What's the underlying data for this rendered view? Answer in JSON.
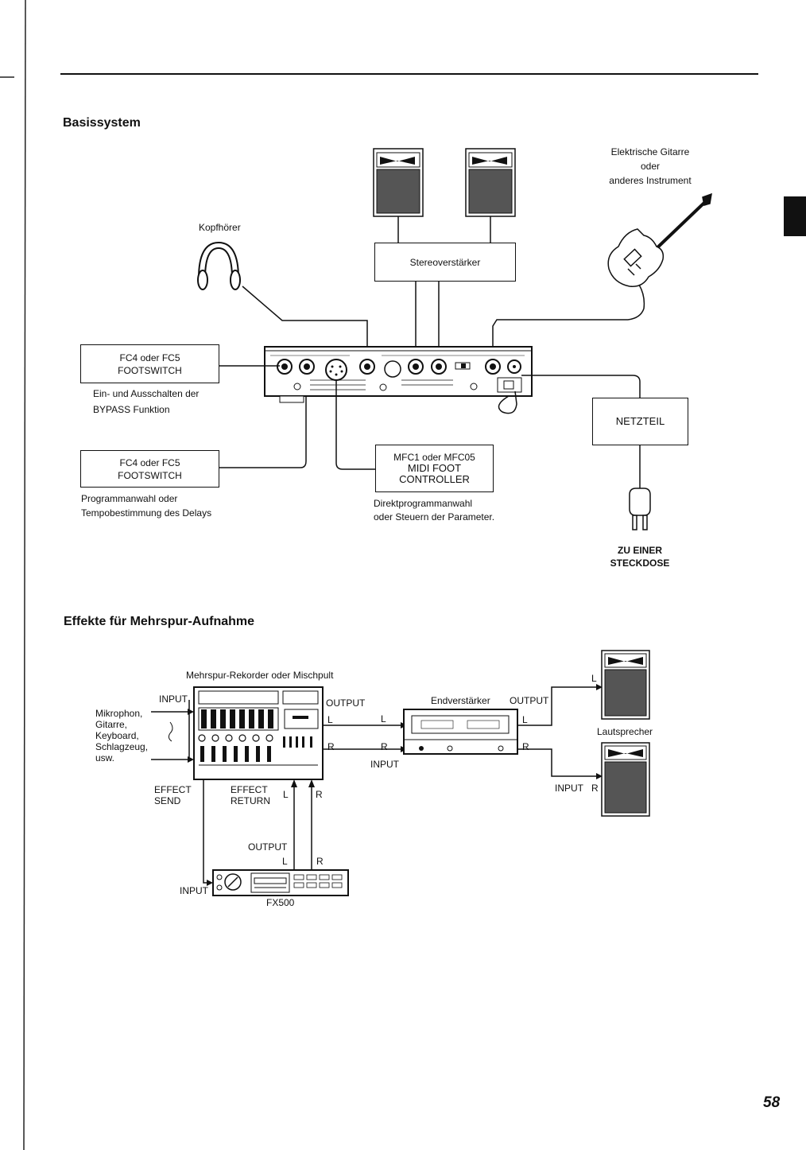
{
  "page_number": "58",
  "basic": {
    "heading": "Basissystem",
    "headphones_label": "Kopfhörer",
    "amp_label": "Stereoverstärker",
    "guitar_label_1": "Elektrische Gitarre",
    "guitar_label_2": "oder",
    "guitar_label_3": "anderes Instrument",
    "fs1_line1": "FC4 oder FC5",
    "fs1_line2": "FOOTSWITCH",
    "fs1_desc1": "Ein- und Ausschalten der",
    "fs1_desc2": "BYPASS Funktion",
    "fs2_line1": "FC4 oder FC5",
    "fs2_line2": "FOOTSWITCH",
    "fs2_desc1": "Programmanwahl oder",
    "fs2_desc2": "Tempobestimmung des Delays",
    "mfc_line1": "MFC1 oder MFC05",
    "mfc_line2": "MIDI FOOT",
    "mfc_line3": "CONTROLLER",
    "mfc_desc1": "Direktprogrammanwahl",
    "mfc_desc2": "oder Steuern der Parameter.",
    "psu_label": "NETZTEIL",
    "outlet_1": "ZU EINER",
    "outlet_2": "STECKDOSE"
  },
  "multitrack": {
    "heading": "Effekte für Mehrspur-Aufnahme",
    "mixer_title": "Mehrspur-Rekorder oder Mischpult",
    "sources": [
      "Mikrophon,",
      "Gitarre,",
      "Keyboard,",
      "Schlagzeug,",
      "usw."
    ],
    "input": "INPUT",
    "output": "OUTPUT",
    "l": "L",
    "r": "R",
    "power_amp": "Endverstärker",
    "amp_output": "OUTPUT",
    "amp_input": "INPUT",
    "effect_send_1": "EFFECT",
    "effect_send_2": "SEND",
    "effect_return_1": "EFFECT",
    "effect_return_2": "RETURN",
    "fx_output": "OUTPUT",
    "fx_input": "INPUT",
    "fx_name": "FX500",
    "speakers_label": "Lautsprecher",
    "spk_input": "INPUT",
    "spk_l": "L",
    "spk_r": "R"
  }
}
